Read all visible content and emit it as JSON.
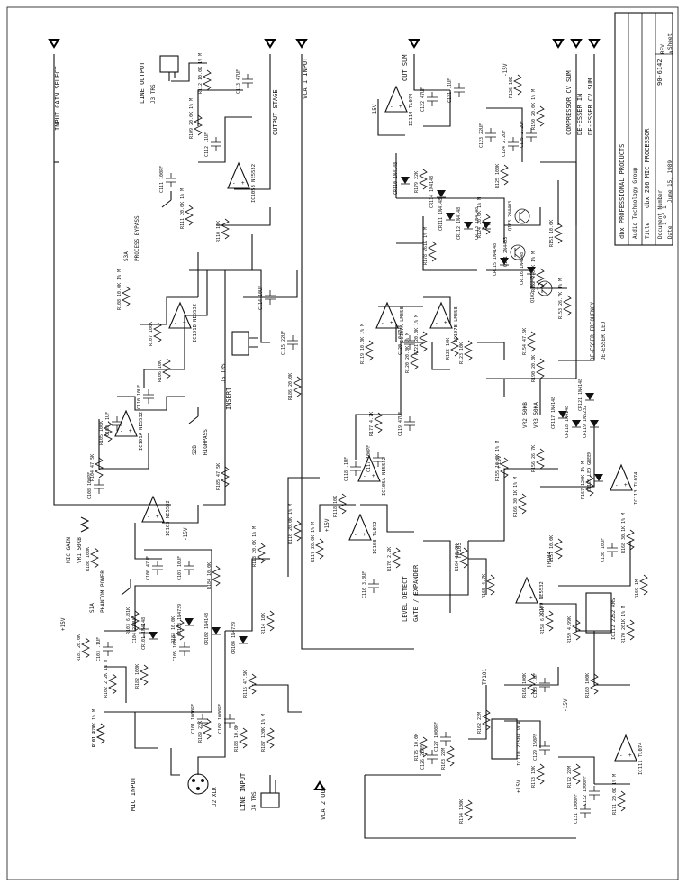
{
  "title_block": {
    "company": "dbx PROFESSIONAL PRODUCTS",
    "division": "Audio Technology Group",
    "title_label": "Title",
    "title": "dbx 286 MIC PROCESSOR",
    "doc_label": "Document Number",
    "doc_number": "90-6142",
    "date_label": "Date",
    "date": "June 15, 1989",
    "sheet_label": "Sheet",
    "sheet": "1 of 1",
    "rev_label": "REV",
    "rev": "A"
  },
  "ports": {
    "input_gain_select": "INPUT GAIN SELECT",
    "out_sum": "OUT SUM",
    "compressor_cv_sum": "COMPRESSOR CV SUM",
    "de_esser_in": "DE-ESSER IN",
    "de_esser_cv_sum": "DE-ESSER CV SUM",
    "output_stage": "OUTPUT STAGE",
    "vca_1_input": "VCA 1 INPUT",
    "vca_2_out": "VCA 2 OUT",
    "level_detector": "LEVEL DETECT",
    "noise_gate": "GATE / EXPANDER"
  },
  "jacks": {
    "mic_input": "MIC INPUT",
    "mic_input_part": "J2 XLR",
    "line_input": "LINE INPUT",
    "line_input_part": "J4 TRS",
    "line_output": "LINE OUTPUT",
    "line_output_part": "J3 TRS",
    "insert": "INSERT",
    "insert_part": "J5 TRS"
  },
  "switches": {
    "s1_label": "S1A",
    "s1_desc": "PHANTOM POWER",
    "s2_label": "S2B",
    "s2_desc": "HIGHPASS",
    "s3_label": "S3A",
    "s3_desc": "PROCESS BYPASS",
    "mic_gain": "MIC GAIN",
    "mic_gain_pot": "VR1 50KB"
  },
  "ics": {
    "ic101a": "IC101A NE5532",
    "ic101b": "IC101B NE5532",
    "ic103": "IC103 NE5532",
    "ic105a": "IC105A NE5532",
    "ic105b": "IC105B NE5532",
    "ic107a": "IC107A LM358",
    "ic107b": "IC107B LM358",
    "ic108": "IC108 TL072",
    "ic109": "IC109 NE5532",
    "ic110": "IC110 2150A VCA",
    "ic111": "IC111 TL074",
    "ic112": "IC112 2252 RMS",
    "ic113": "IC113 TL074",
    "ic114": "IC114 TL074"
  },
  "components": [
    "R101 2.2K 1% M",
    "R102 2.2K 1% M",
    "R103 6.81K",
    "R104 47.5K",
    "R105 100K",
    "R106 10K",
    "R107 100K",
    "R108 10.0K 1% M",
    "R109 20.0K 1% M",
    "R110 10K",
    "R111 20.0K 1% M",
    "R112 10.0K 1% M",
    "R113 20.0K 1% M",
    "R114 10K",
    "R115 47.5K",
    "R116 20.0K 1% M",
    "R117 20.0K 1% M",
    "R118 10K",
    "R119 10.0K 1% M",
    "R120 20.0K 1% M",
    "R121 20.0K 1% M",
    "R122 10K",
    "R123 10K",
    "R124 20.0K 1% M",
    "R125 100K",
    "R126 10K",
    "R150 20.0K 1% M",
    "R151 10.0K",
    "R152 2.00K 1% M",
    "R153 26.7K 1% M",
    "R154 47.5K",
    "R155 10.0K 1% M",
    "R156 26.7K",
    "R157 10.0K",
    "R158 6.81K",
    "R159 4.99K",
    "R160 100K",
    "R161 100K",
    "R162 22M",
    "R163 22M",
    "R164 10.0K",
    "R165 4.7K",
    "R166 30.1K 1% M",
    "R167 120K 1% M",
    "R168 30.1K 1% M",
    "R169 1M",
    "R170 261K 1% M",
    "R171 20.0K 1% M",
    "R172 22M",
    "R173 10K",
    "R174 100K",
    "R175 10.0K",
    "R176 2.2K",
    "R177 4.7K",
    "R178 261K 1% M",
    "R179 22K",
    "R180 100K",
    "R181 20.0K",
    "R182 100K",
    "R183 10.0K",
    "R184 10.0K",
    "R185 47.5K",
    "R186 20.0K",
    "R187 120K 1% M",
    "R188 10.0K",
    "R189 22K",
    "R190 20.0K",
    "R191 47K"
  ],
  "capacitors": [
    "C101 1000PF",
    "C102 1000PF",
    "C103 .1UF",
    "C104 220UF",
    "C105 100UF",
    "C106 47UF",
    "C107 10UF",
    "C108 100PF",
    "C109 .1UF",
    "C110 10UF",
    "C111 100PF",
    "C112 .1UF",
    "C113 47UF",
    "C114 10UF",
    "C115 22UF",
    "C116 3.3UF",
    "C117 100PF",
    "C118 .1UF",
    "C119 47UF",
    "C120 .047UF",
    "C121 .1UF",
    "C122 47UF",
    "C123 22UF",
    "C124 2.2UF",
    "C125 2.2UF",
    "C126 22PF",
    "C127 1000PF",
    "C128 .1UF",
    "C129 150PF",
    "C130 10UF",
    "C131 1000PF",
    "C132 1000PF"
  ],
  "diodes": [
    "CR101 1N4148",
    "CR102 1N4148",
    "CR103 1N4739",
    "CR104 1N4739",
    "CR110 1N4148",
    "CR111 1N4148",
    "CR112 1N4148",
    "CR113 1N4148",
    "CR114 1N4148",
    "CR115 1N4148",
    "CR116 1N4148",
    "CR117 1N4148",
    "CR118 1N4148",
    "CR119 1N5232",
    "CR120 LED GREEN",
    "CR121 1N4148"
  ],
  "transistors": [
    "Q101 2N4403",
    "Q102 2N4401",
    "Q103 2N4403"
  ],
  "controls": {
    "de_esser_freq": "DE-ESSER FREQUENCY",
    "vr2": "VR2 50KB",
    "vr3": "VR3 50KA",
    "de_esser_led": "DE-ESSER LED",
    "tp101": "TP101",
    "tp104": "TP104",
    "tp105": "TP105"
  },
  "supplies": {
    "pos": "+15V",
    "neg": "-15V"
  }
}
